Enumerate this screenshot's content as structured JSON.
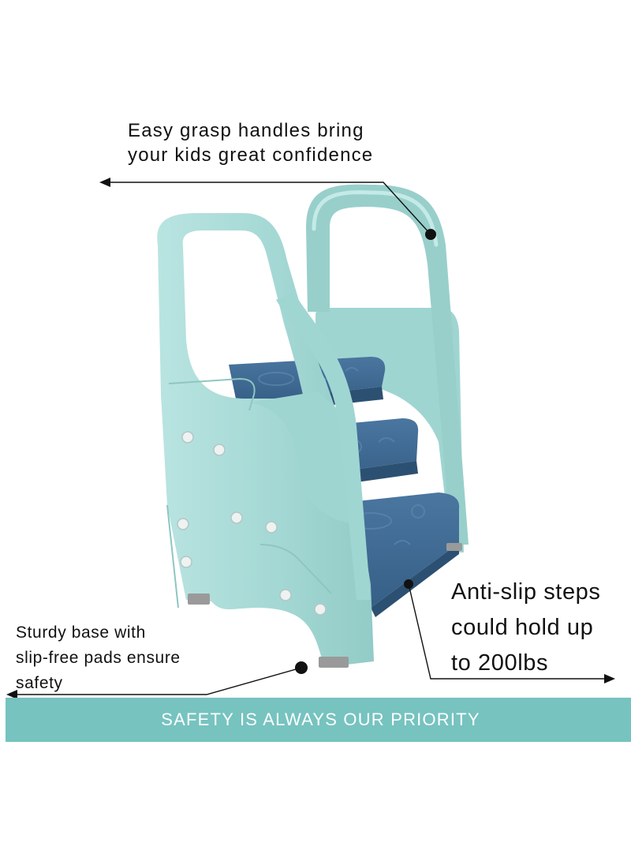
{
  "callouts": {
    "handles": {
      "lines": [
        "Easy grasp handles bring",
        "your kids great confidence"
      ]
    },
    "steps": {
      "lines": [
        "Anti-slip steps",
        "could hold up",
        "to 200lbs"
      ]
    },
    "base": {
      "lines": [
        "Sturdy base with",
        "slip-free pads ensure",
        "safety"
      ]
    }
  },
  "banner": {
    "text": "SAFETY IS ALWAYS OUR PRIORITY"
  },
  "colors": {
    "frame": "#a8dbd7",
    "frame_shadow": "#8cc7c2",
    "steps": "#3b668e",
    "steps_dark": "#2c5072",
    "steps_shadow": "#9cb2c4",
    "banner": "#76c3c0",
    "bolts": "#eef2f1",
    "pads": "#9a9a9a",
    "line": "#111111"
  },
  "icons": [
    "arrow-left-icon",
    "arrow-right-icon",
    "callout-dot-icon",
    "bolt-icon"
  ]
}
